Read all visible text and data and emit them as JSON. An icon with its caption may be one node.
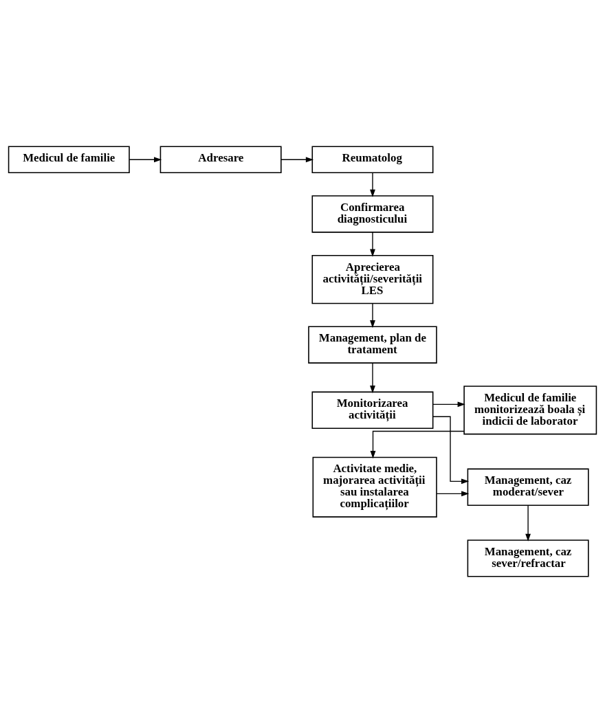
{
  "diagram": {
    "nodes": [
      {
        "text": [
          "Medicul de familie"
        ]
      },
      {
        "text": [
          "Adresare"
        ]
      },
      {
        "text": [
          "Reumatolog"
        ]
      },
      {
        "text": [
          "Confirmarea diagnosticului"
        ]
      },
      {
        "text": [
          "Aprecierea activității/severității LES"
        ]
      },
      {
        "text": [
          "Management, plan de tratament"
        ]
      },
      {
        "text": [
          "Medicul de familie monitorizează boala și indicii de laborator"
        ]
      },
      {
        "text": [
          "Monitorizarea activității"
        ]
      },
      {
        "text": [
          "Activitate medie, majorarea activității sau instalarea complicațiilor"
        ]
      },
      {
        "text": [
          "Management, caz moderat/sever"
        ]
      },
      {
        "text": [
          "Management, caz sever/refractar"
        ]
      }
    ],
    "edges": [
      {
        "from": 0,
        "to": 1,
        "arrow": "to"
      },
      {
        "from": 1,
        "to": 2,
        "arrow": "to"
      },
      {
        "from": 2,
        "to": 3,
        "arrow": "to"
      },
      {
        "from": 3,
        "to": 4,
        "arrow": "to"
      },
      {
        "from": 4,
        "to": 5,
        "arrow": "to"
      },
      {
        "from": 5,
        "to": 7,
        "arrow": "to"
      },
      {
        "from": 7,
        "to": 6,
        "arrow": "to"
      },
      {
        "from": 7,
        "to": 9,
        "arrow": "to"
      },
      {
        "from": 6,
        "to": 8,
        "arrow": "to"
      },
      {
        "from": 8,
        "to": 9,
        "arrow": "to"
      },
      {
        "from": 9,
        "to": 10,
        "arrow": "to"
      }
    ]
  }
}
